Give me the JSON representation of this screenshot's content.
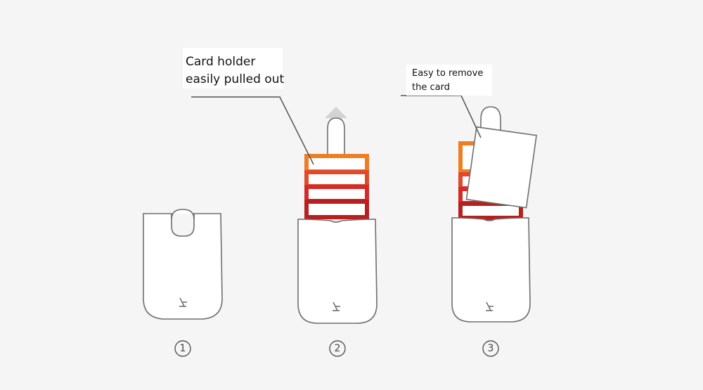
{
  "callouts": [
    {
      "lines": [
        "Card holder",
        "easily pulled out"
      ]
    },
    {
      "lines": [
        "Easy to remove",
        "the card"
      ]
    }
  ],
  "steps": [
    {
      "label": "①"
    },
    {
      "label": "②"
    },
    {
      "label": "③"
    }
  ],
  "colors": {
    "background": "#f5f5f5",
    "outline": "#6e6e6e",
    "wallet_fill": "#ffffff",
    "card_orange": "#ef7d22",
    "card_red_orange": "#e04a2a",
    "card_red": "#d52a2a",
    "card_dark_red": "#b81f1f",
    "arrow": "#d0d0d0"
  },
  "icons": [
    "brand-logo-icon",
    "pull-up-arrow-icon"
  ]
}
